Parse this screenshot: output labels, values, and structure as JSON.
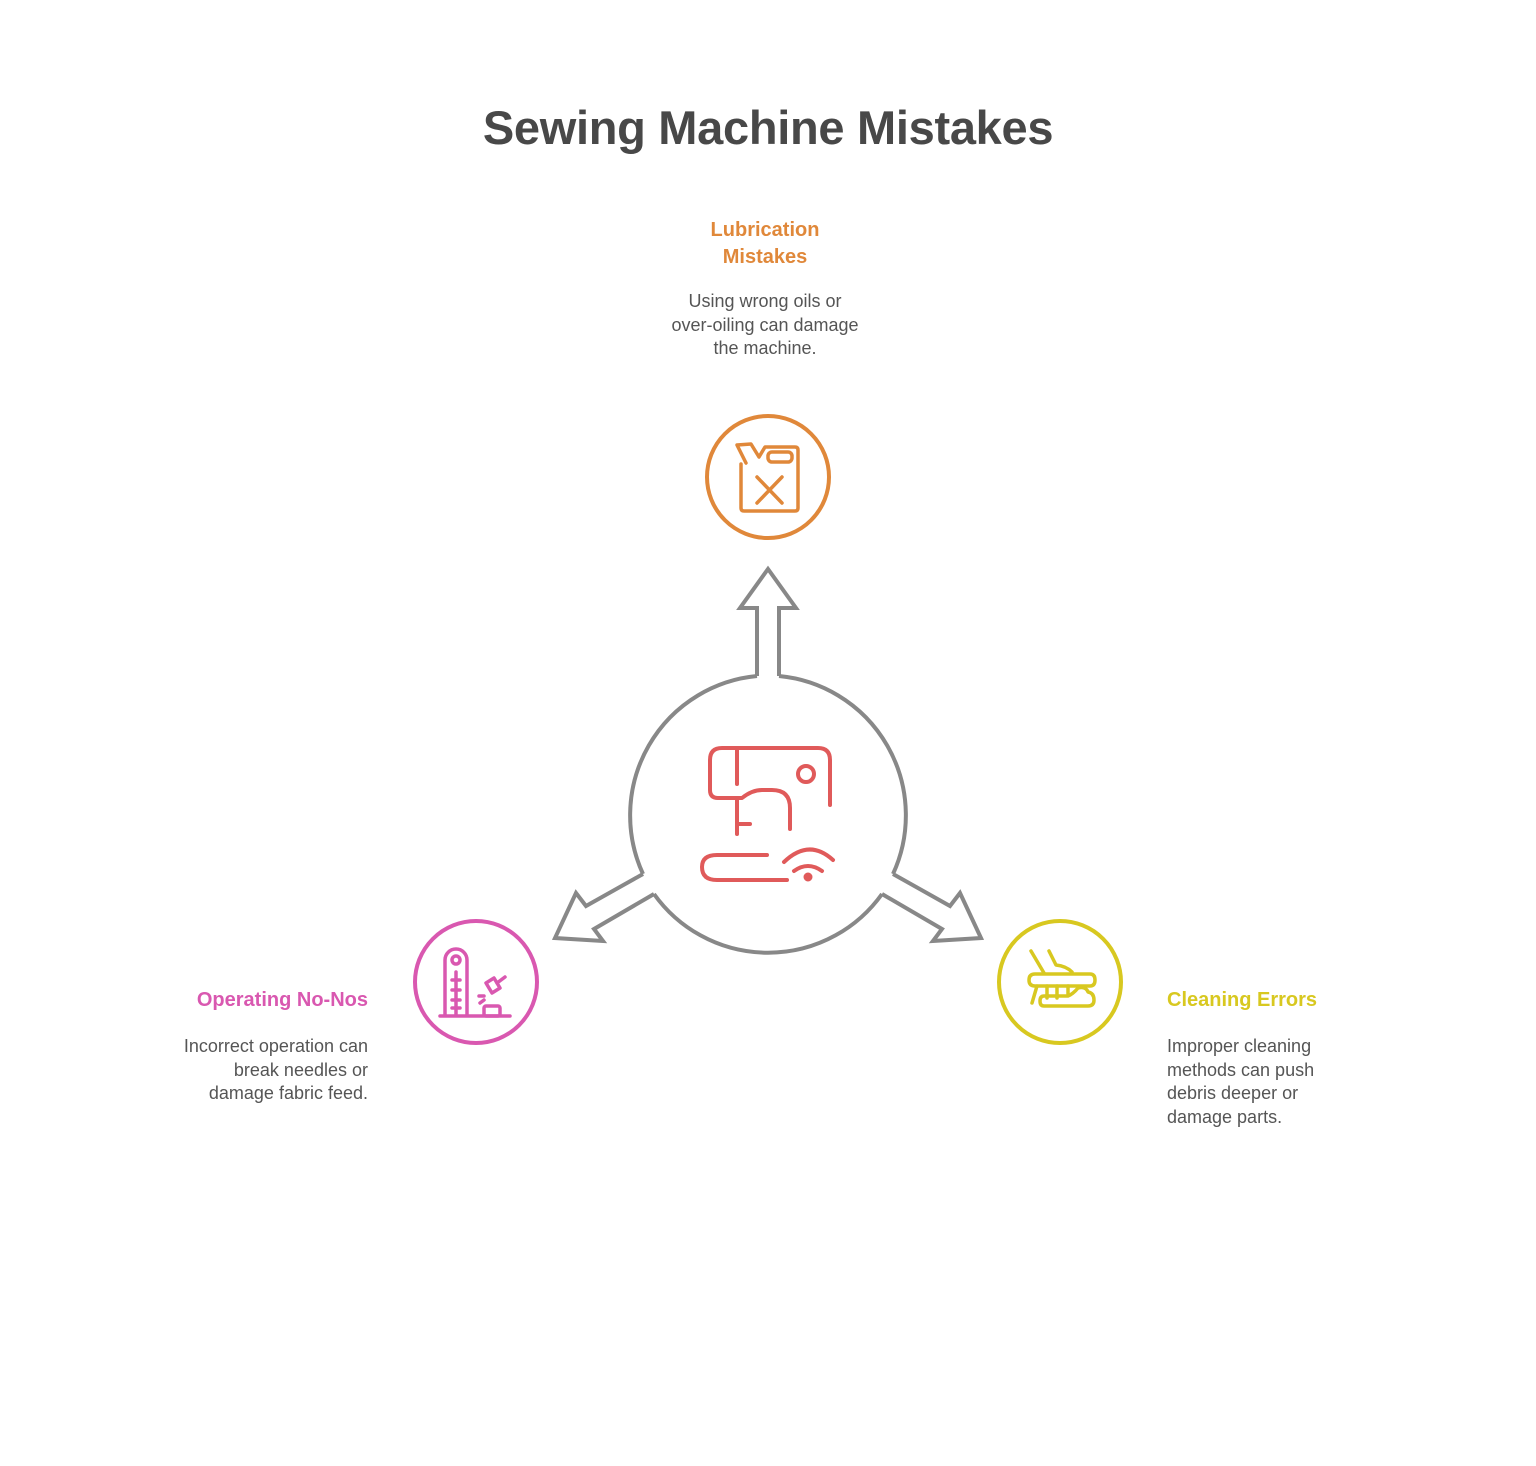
{
  "title": "Sewing Machine Mistakes",
  "hub": {
    "icon": "sewing-machine-icon",
    "color": "#e05a5a",
    "outline_color": "#888888"
  },
  "items": [
    {
      "id": "lubrication",
      "title_line1": "Lubrication",
      "title_line2": "Mistakes",
      "desc_line1": "Using wrong oils or",
      "desc_line2": "over-oiling can damage",
      "desc_line3": "the machine.",
      "icon": "oil-can-x-icon",
      "color": "#e0883a",
      "position": "top"
    },
    {
      "id": "operating",
      "title": "Operating No-Nos",
      "desc_line1": "Incorrect operation can",
      "desc_line2": "break needles or",
      "desc_line3": "damage fabric feed.",
      "icon": "strength-tester-icon",
      "color": "#d958b0",
      "position": "bottom-left"
    },
    {
      "id": "cleaning",
      "title": "Cleaning Errors",
      "desc_line1": "Improper cleaning",
      "desc_line2": "methods can push",
      "desc_line3": "debris deeper or",
      "desc_line4": "damage parts.",
      "icon": "brush-cleaning-icon",
      "color": "#d8c820",
      "position": "bottom-right"
    }
  ]
}
